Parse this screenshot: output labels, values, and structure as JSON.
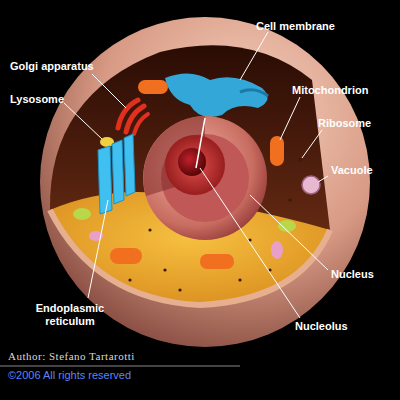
{
  "diagram": {
    "labels": [
      "Cell membrane",
      "Golgi apparatus",
      "Mitochondrion",
      "Lysosome",
      "Ribosome",
      "Vacuole",
      "Nucleus",
      "Endoplasmic reticulum",
      "Nucleolus",
      "Author: Stefano Tartarotti",
      "©2006 All rights reserved"
    ]
  }
}
